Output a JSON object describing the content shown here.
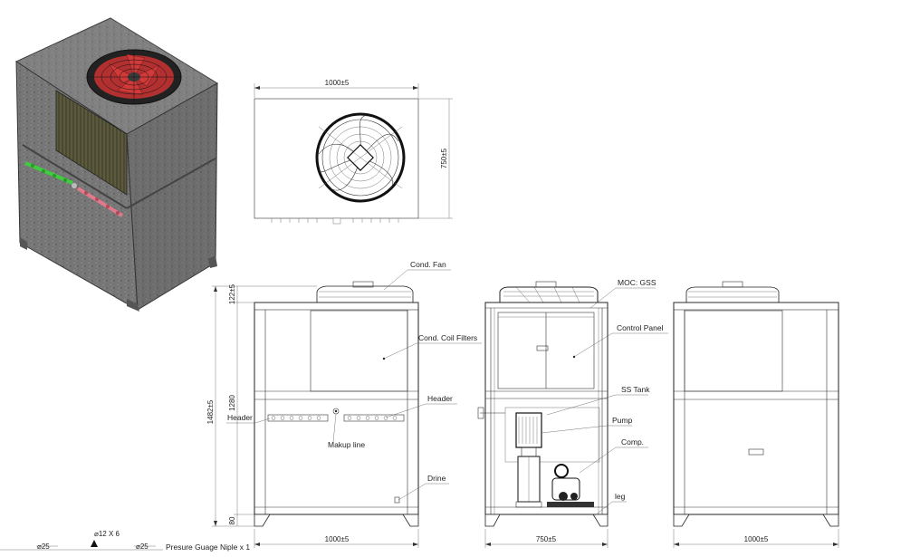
{
  "drawing": {
    "top_view": {
      "width_dim": "1000±5",
      "depth_dim": "750±5"
    },
    "front_view": {
      "overall_height_dim": "1482±5",
      "body_height_dim": "1280",
      "fan_height_dim": "122±5",
      "leg_height_dim": "80",
      "width_dim": "1000±5"
    },
    "side_view": {
      "width_dim": "750±5"
    },
    "rear_view": {
      "width_dim": "1000±5"
    },
    "callouts": {
      "cond_fan": "Cond. Fan",
      "cond_coil_filters": "Cond. Coil Filters",
      "header_left": "Header",
      "header_right": "Header",
      "makeup_line": "Makup line",
      "drine": "Drine",
      "moc": "MOC: GSS",
      "control_panel": "Control Panel",
      "ss_tank": "SS Tank",
      "pump": "Pump",
      "comp": "Comp.",
      "leg": "leg"
    },
    "bottom_notes": {
      "dia_left": "⌀25",
      "dia_mid": "⌀12 X 6",
      "dia_right": "⌀25",
      "note": "Presure Guage Niple x 1"
    }
  }
}
